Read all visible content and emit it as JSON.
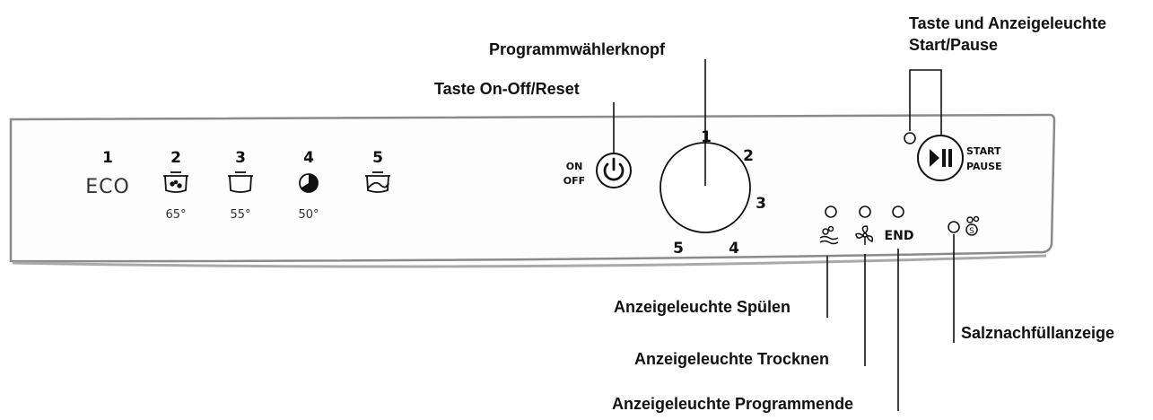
{
  "callouts": {
    "start_pause_line1": "Taste und Anzeigeleuchte",
    "start_pause_line2": "Start/Pause",
    "selector_knob": "Programmwählerknopf",
    "on_off_reset": "Taste On-Off/Reset",
    "rinse_light": "Anzeigeleuchte Spülen",
    "dry_light": "Anzeigeleuchte Trocknen",
    "end_light": "Anzeigeleuchte Programmende",
    "salt_indicator": "Salznachfüllanzeige"
  },
  "programs": [
    {
      "number": "1",
      "label": "ECO",
      "temp": "",
      "icon": "eco-text"
    },
    {
      "number": "2",
      "label": "",
      "temp": "65°",
      "icon": "heavy-pot-icon"
    },
    {
      "number": "3",
      "label": "",
      "temp": "55°",
      "icon": "pot-icon"
    },
    {
      "number": "4",
      "label": "",
      "temp": "50°",
      "icon": "half-load-icon"
    },
    {
      "number": "5",
      "label": "",
      "temp": "",
      "icon": "rinse-pot-icon"
    }
  ],
  "power_button": {
    "on": "ON",
    "off": "OFF",
    "icon": "power-icon"
  },
  "dial": {
    "positions": [
      "1",
      "2",
      "3",
      "4",
      "5"
    ]
  },
  "start_button": {
    "start": "START",
    "pause": "PAUSE",
    "icon": "play-pause-icon"
  },
  "indicators": {
    "rinse_icon": "rinse-icon",
    "dry_icon": "fan-icon",
    "end": "END",
    "salt_icon": "salt-icon"
  }
}
